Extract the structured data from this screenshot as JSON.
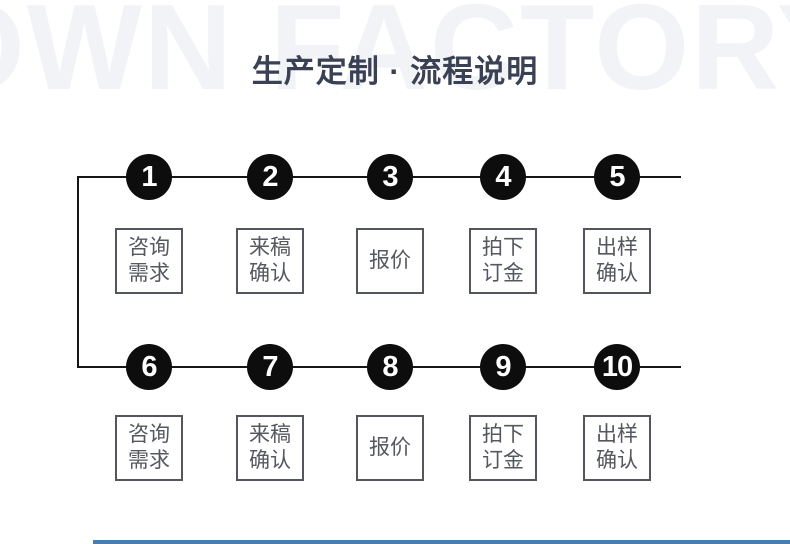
{
  "watermark": "OWN FACTORY",
  "title": "生产定制 · 流程说明",
  "flow": {
    "rows": [
      {
        "steps": [
          {
            "num": "1",
            "label_lines": [
              "咨询",
              "需求"
            ]
          },
          {
            "num": "2",
            "label_lines": [
              "来稿",
              "确认"
            ]
          },
          {
            "num": "3",
            "label_lines": [
              "报价"
            ]
          },
          {
            "num": "4",
            "label_lines": [
              "拍下",
              "订金"
            ]
          },
          {
            "num": "5",
            "label_lines": [
              "出样",
              "确认"
            ]
          }
        ]
      },
      {
        "steps": [
          {
            "num": "6",
            "label_lines": [
              "咨询",
              "需求"
            ]
          },
          {
            "num": "7",
            "label_lines": [
              "来稿",
              "确认"
            ]
          },
          {
            "num": "8",
            "label_lines": [
              "报价"
            ]
          },
          {
            "num": "9",
            "label_lines": [
              "拍下",
              "订金"
            ]
          },
          {
            "num": "10",
            "label_lines": [
              "出样",
              "确认"
            ]
          }
        ]
      }
    ]
  },
  "colors": {
    "circle_fill": "#0d0d0d",
    "circle_number": "#ffffff",
    "connector_line": "#161616",
    "box_border": "#53565c",
    "box_text": "#55585e",
    "title_text": "#3a4154",
    "watermark_text": "#f2f3f6",
    "accent_bar": "#4a7dab",
    "background": "#ffffff"
  }
}
